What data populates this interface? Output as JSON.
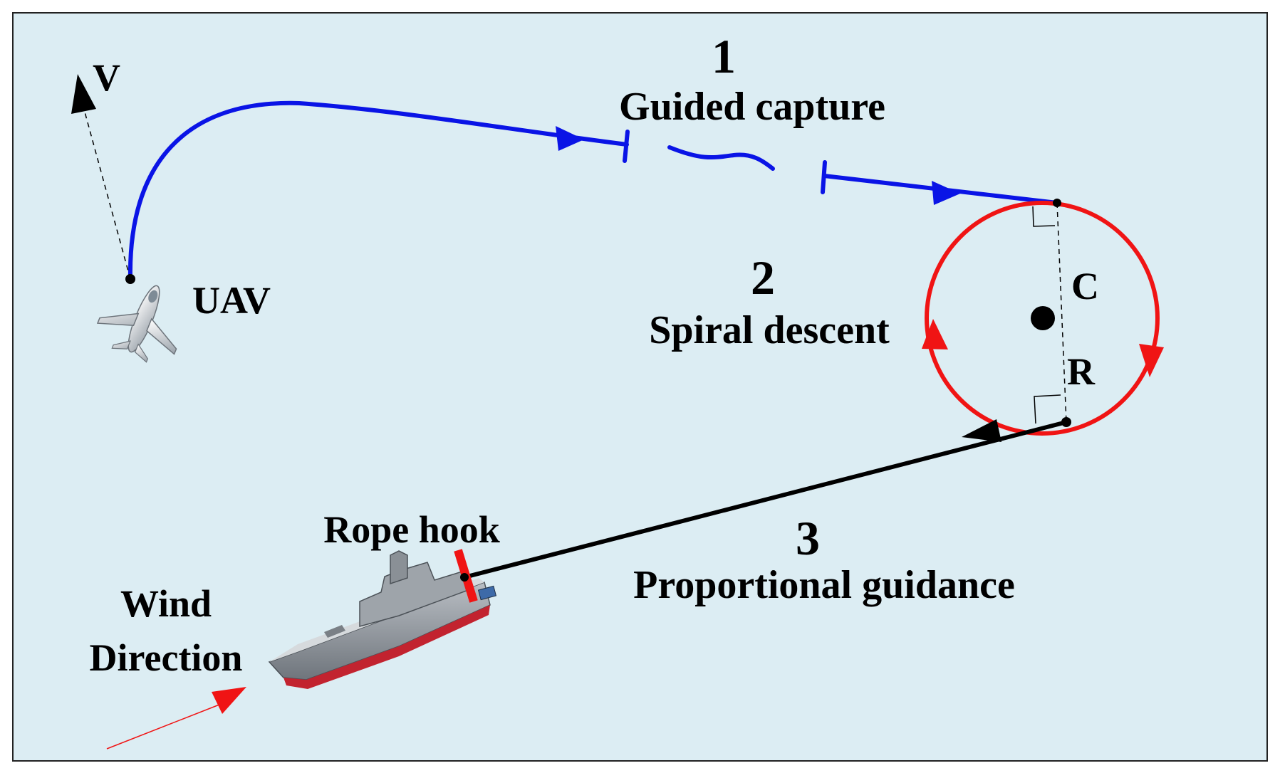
{
  "phases": [
    {
      "number": "1",
      "label": "Guided capture"
    },
    {
      "number": "2",
      "label": "Spiral descent"
    },
    {
      "number": "3",
      "label": "Proportional guidance"
    }
  ],
  "labels": {
    "uav": "UAV",
    "velocity": "V",
    "circle_center": "C",
    "radius": "R",
    "rope_hook": "Rope hook",
    "wind_line1": "Wind",
    "wind_line2": "Direction"
  },
  "colors": {
    "background": "#dcedf3",
    "capture_path": "#0a14e6",
    "spiral_path": "#f01414",
    "guidance_path": "#000000",
    "wind_arrow": "#f01414",
    "hook": "#f01414"
  },
  "icons": {
    "aircraft": "uav-airplane-icon",
    "ship": "warship-icon"
  }
}
